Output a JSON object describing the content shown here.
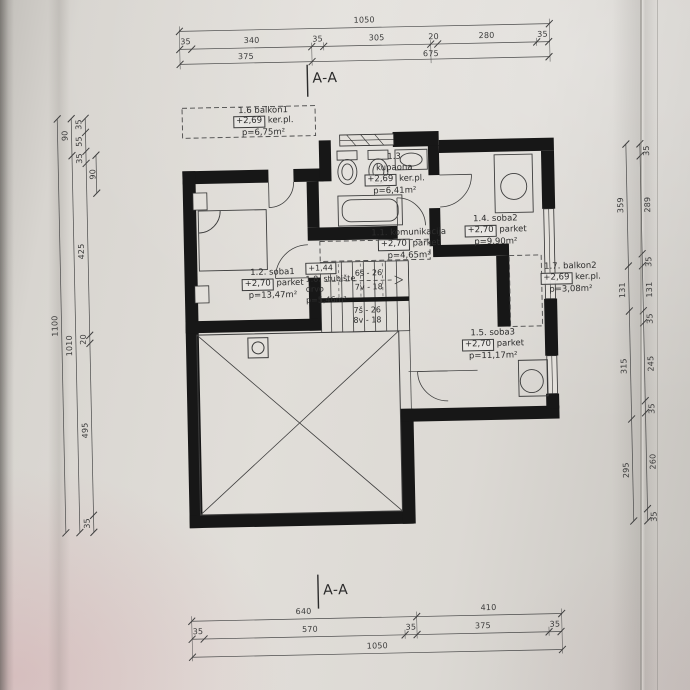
{
  "section": {
    "top": "A-A",
    "bottom": "A-A"
  },
  "rooms": {
    "balkon1": {
      "name": "1.6 balkon1",
      "level": "+2,69",
      "material": "ker.pl.",
      "area": "p=6,75m²"
    },
    "kupaona": {
      "num": "1.3",
      "name": "kupaona",
      "level": "+2,69",
      "material": "ker.pl.",
      "area": "p=6,41m²"
    },
    "soba2": {
      "name": "1.4. soba2",
      "level": "+2,70",
      "material": "parket",
      "area": "p=9,90m²"
    },
    "komunikacija": {
      "name": "1.1. komunikacija",
      "level": "+2,70",
      "material": "parket",
      "area": "p=4,65m²"
    },
    "soba1": {
      "name": "1.2. soba1",
      "level": "+2,70",
      "material": "parket",
      "area": "p=13,47m²"
    },
    "stubiste": {
      "name": "1.8. stubište",
      "level": "+1,44",
      "material": "drvo",
      "area": "p=5,46m²",
      "flight_up": [
        "6š - 26",
        "7v - 18"
      ],
      "flight_down": [
        "7š - 26",
        "8v - 18"
      ]
    },
    "balkon2": {
      "name": "1.7. balkon2",
      "level": "+2,69",
      "material": "ker.pl.",
      "area": "p=3,08m²"
    },
    "soba3": {
      "name": "1.5. soba3",
      "level": "+2,70",
      "material": "parket",
      "area": "p=11,17m²"
    }
  },
  "dims": {
    "top": {
      "total": "1050",
      "row2": [
        "35",
        "340",
        "35",
        "305",
        "20",
        "280",
        "35"
      ],
      "row3": [
        "375",
        "675"
      ]
    },
    "bottom": {
      "row1": [
        "640",
        "410"
      ],
      "row2": [
        "35",
        "570",
        "35",
        "375",
        "35"
      ],
      "total": "1050"
    },
    "left": {
      "total": "1100",
      "chain2": [
        "90",
        "1010"
      ],
      "chain3": [
        "35",
        "55",
        "35",
        "425",
        "20",
        "495",
        "35"
      ],
      "extra": "90"
    },
    "right": {
      "outer": [
        "359",
        "131",
        "315",
        "295"
      ],
      "inner": [
        "35",
        "289",
        "35",
        "131",
        "35",
        "245",
        "35",
        "260",
        "35"
      ]
    }
  }
}
